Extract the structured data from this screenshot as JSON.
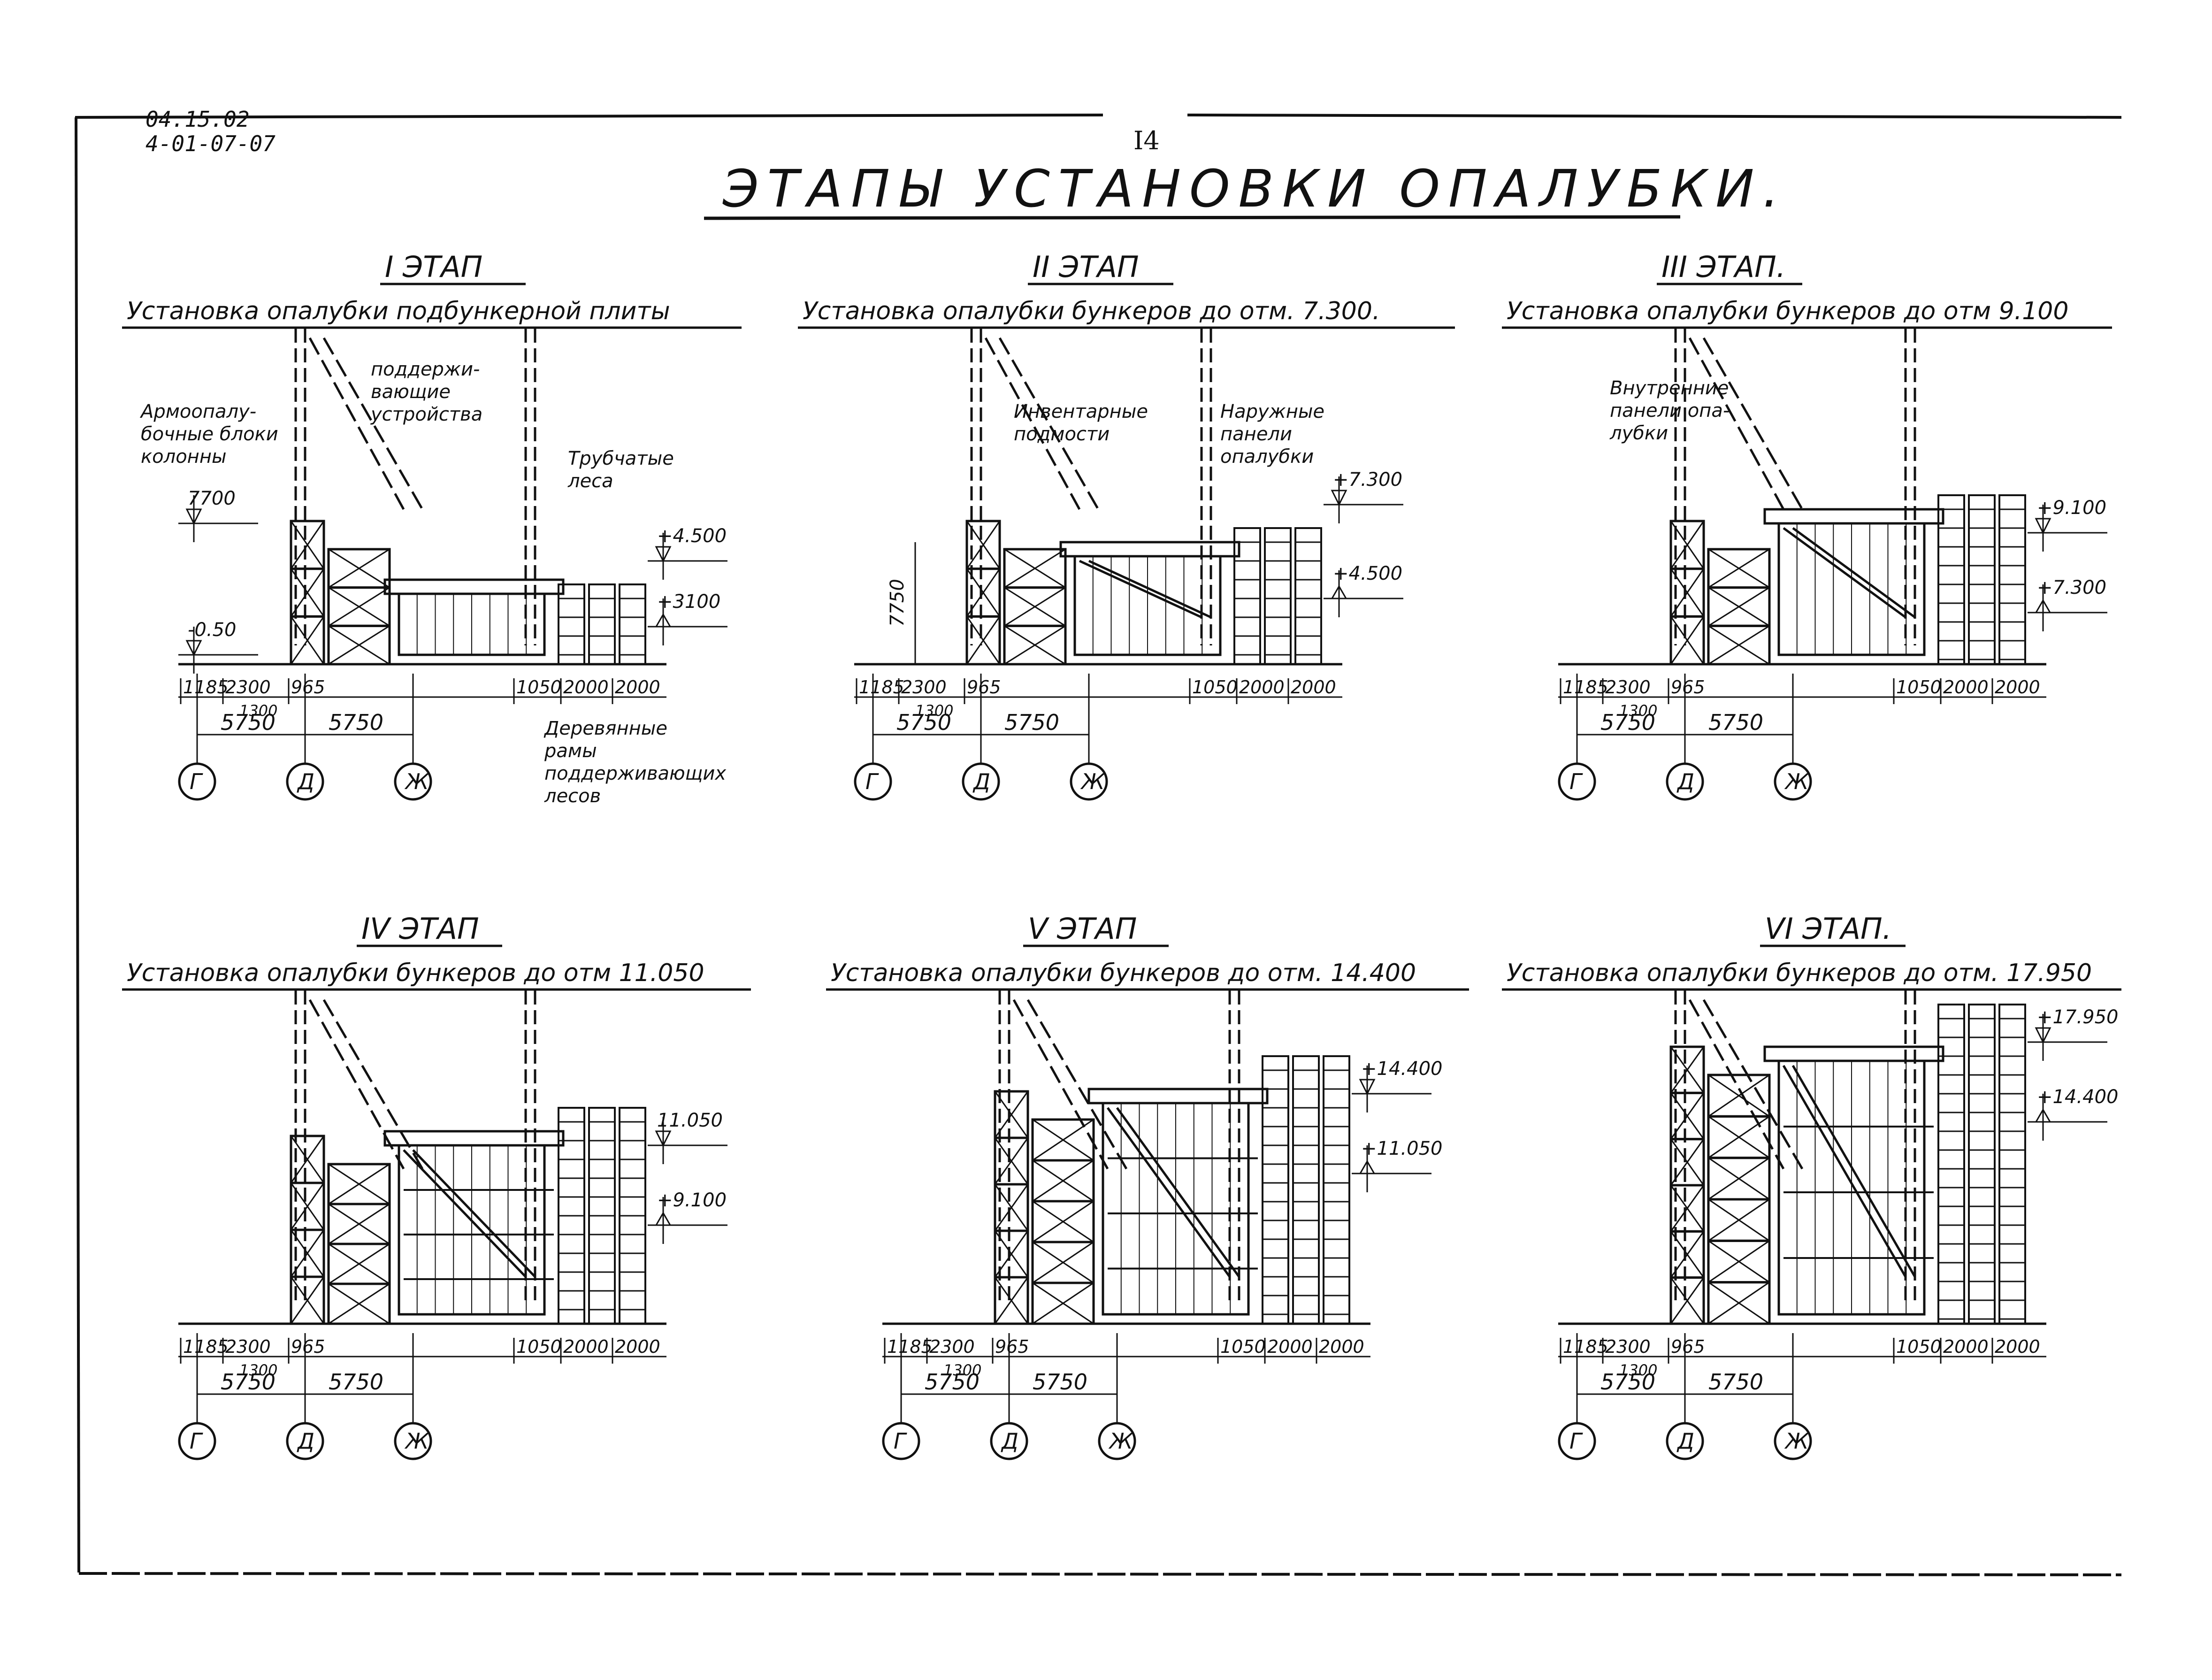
{
  "header": {
    "code_line1": "04.15.02",
    "code_line2": "4-01-07-07",
    "page_number": "I4",
    "main_title": "ЭТАПЫ УСТАНОВКИ ОПАЛУБКИ."
  },
  "stages": [
    {
      "title": "I ЭТАП",
      "subtitle": "Установка опалубки подбункерной плиты",
      "elevations": [
        "7700",
        "-0.50",
        "+4.500",
        "+3100"
      ],
      "dims_row1": [
        "1185",
        "2300",
        "965",
        "1050",
        "2000",
        "2000"
      ],
      "dim_1300": "1300",
      "dims_row2": [
        "5750",
        "5750"
      ],
      "axes": [
        "Г",
        "Д",
        "Ж"
      ],
      "callouts": [
        "Армоопалу- бочные блоки колонны",
        "поддержи- вающие устройства",
        "Трубчатые леса",
        "Деревянные рамы поддерживающих лесов"
      ]
    },
    {
      "title": "II ЭТАП",
      "subtitle": "Установка опалубки бункеров до отм. 7.300.",
      "elevations": [
        "7750",
        "+7.300",
        "+4.500"
      ],
      "dims_row1": [
        "1185",
        "2300",
        "965",
        "1050",
        "2000",
        "2000"
      ],
      "dim_1300": "1300",
      "dims_row2": [
        "5750",
        "5750"
      ],
      "axes": [
        "Г",
        "Д",
        "Ж"
      ],
      "callouts": [
        "Инвентарные подмости",
        "Наружные панели опалубки"
      ]
    },
    {
      "title": "III ЭТАП.",
      "subtitle": "Установка опалубки бункеров до отм 9.100",
      "elevations": [
        "+9.100",
        "+7.300"
      ],
      "dims_row1": [
        "1185",
        "2300",
        "965",
        "1050",
        "2000",
        "2000"
      ],
      "dim_1300": "1300",
      "dims_row2": [
        "5750",
        "5750"
      ],
      "axes": [
        "Г",
        "Д",
        "Ж"
      ],
      "callouts": [
        "Внутренние панели опа- лубки"
      ]
    },
    {
      "title": "IV ЭТАП",
      "subtitle": "Установка опалубки бункеров до отм 11.050",
      "elevations": [
        "11.050",
        "+9.100"
      ],
      "dims_row1": [
        "1185",
        "2300",
        "965",
        "1050",
        "2000",
        "2000"
      ],
      "dim_1300": "1300",
      "dims_row2": [
        "5750",
        "5750"
      ],
      "axes": [
        "Г",
        "Д",
        "Ж"
      ],
      "callouts": []
    },
    {
      "title": "V ЭТАП",
      "subtitle": "Установка опалубки бункеров до отм. 14.400",
      "elevations": [
        "+14.400",
        "+11.050"
      ],
      "dims_row1": [
        "1185",
        "2300",
        "965",
        "1050",
        "2000",
        "2000"
      ],
      "dim_1300": "1300",
      "dims_row2": [
        "5750",
        "5750"
      ],
      "axes": [
        "Г",
        "Д",
        "Ж"
      ],
      "callouts": []
    },
    {
      "title": "VI ЭТАП.",
      "subtitle": "Установка опалубки бункеров до отм. 17.950",
      "elevations": [
        "+17.950",
        "+14.400"
      ],
      "dims_row1": [
        "1185",
        "2300",
        "965",
        "1050",
        "2000",
        "2000"
      ],
      "dim_1300": "1300",
      "dims_row2": [
        "5750",
        "5750"
      ],
      "axes": [
        "Г",
        "Д",
        "Ж"
      ],
      "callouts": []
    }
  ]
}
